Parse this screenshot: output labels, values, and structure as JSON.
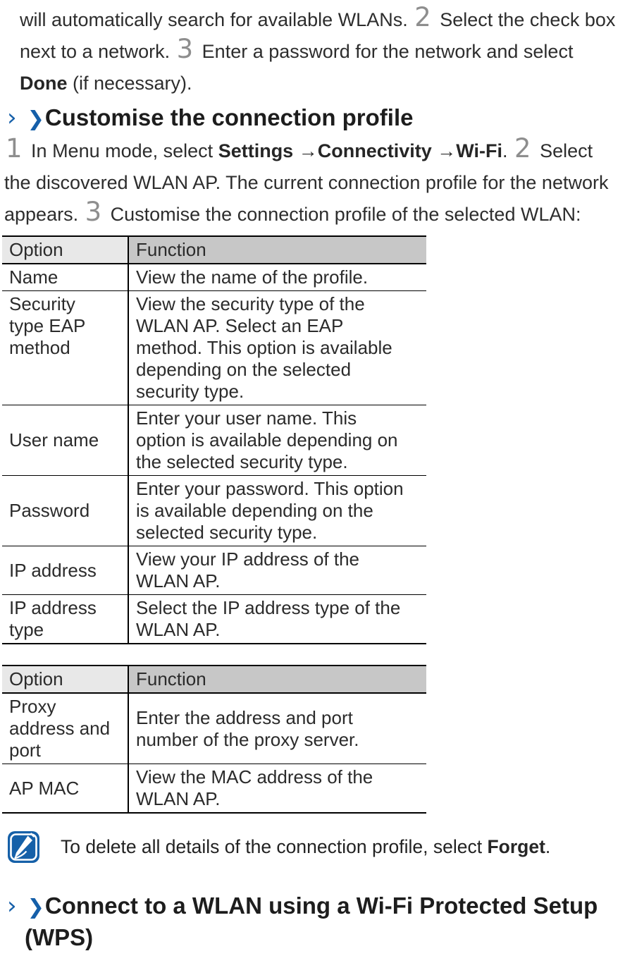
{
  "colors": {
    "accent-blue": "#155fa9",
    "header-option-bg": "#e8e8e8",
    "header-function-bg": "#c7c7c7",
    "step-number-gray": "#8e8e8e"
  },
  "intro": {
    "segments": [
      {
        "k": "t",
        "v": "will automatically search for available WLANs. "
      },
      {
        "k": "num",
        "v": "2"
      },
      {
        "k": "t",
        "v": " Select the check box next to a network. "
      },
      {
        "k": "num",
        "v": "3"
      },
      {
        "k": "t",
        "v": " Enter a password for the network and select "
      },
      {
        "k": "b",
        "v": "Done"
      },
      {
        "k": "t",
        "v": " (if necessary)."
      }
    ]
  },
  "section_customise": {
    "marker": "›",
    "arrow_glyph": "❯",
    "title": "Customise the connection profile",
    "steps_segments": [
      {
        "k": "num",
        "v": "1"
      },
      {
        "k": "t",
        "v": " In Menu mode, select "
      },
      {
        "k": "b",
        "v": "Settings"
      },
      {
        "k": "t",
        "v": " →"
      },
      {
        "k": "b",
        "v": "Connectivity"
      },
      {
        "k": "t",
        "v": " →"
      },
      {
        "k": "b",
        "v": "Wi-Fi"
      },
      {
        "k": "t",
        "v": ". "
      },
      {
        "k": "num",
        "v": "2"
      },
      {
        "k": "t",
        "v": " Select the discovered WLAN AP. The current connection profile for the network appears. "
      },
      {
        "k": "num",
        "v": "3"
      },
      {
        "k": "t",
        "v": " Customise the connection profile of the selected WLAN:"
      }
    ]
  },
  "tables": [
    {
      "header": {
        "option": "Option",
        "function": "Function"
      },
      "rows": [
        {
          "option": "Name",
          "function": "View the name of the profile."
        },
        {
          "option": "Security type EAP method",
          "function": "View the security type of the WLAN AP. Select an EAP method. This option is available depending on the selected security type.",
          "option_valign": "top"
        },
        {
          "option": "User name",
          "function": "Enter your user name. This option is available depending on the selected security type."
        },
        {
          "option": "Password",
          "function": "Enter your password. This option is available depending on the selected security type."
        },
        {
          "option": "IP address",
          "function": "View your IP address of the WLAN AP."
        },
        {
          "option": "IP address type",
          "function": "Select the IP address type of the WLAN AP."
        }
      ]
    },
    {
      "header": {
        "option": "Option",
        "function": "Function"
      },
      "rows": [
        {
          "option": "Proxy address and port",
          "function": "Enter the address and port number of the proxy server."
        },
        {
          "option": "AP MAC",
          "function": "View the MAC address of the WLAN AP."
        }
      ]
    }
  ],
  "note": {
    "icon": "note-pencil-icon",
    "segments": [
      {
        "k": "t",
        "v": "To delete all details of the connection profile, select "
      },
      {
        "k": "b",
        "v": "Forget"
      },
      {
        "k": "t",
        "v": "."
      }
    ]
  },
  "section_wps": {
    "marker": "›",
    "arrow_glyph": "❯",
    "title": "Connect to a WLAN using a Wi-Fi Protected Setup (WPS)"
  }
}
